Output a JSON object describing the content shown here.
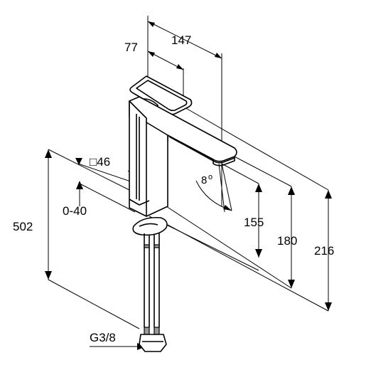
{
  "dimensions": {
    "width_147": "147",
    "handle_77": "77",
    "square_46": "□46",
    "range_0_40": "0-40",
    "height_502": "502",
    "height_155": "155",
    "height_180": "180",
    "height_216": "216",
    "thread": "G3/8",
    "angle_8": "8",
    "degree": "o"
  },
  "colors": {
    "line": "#000000",
    "shade": "#9a9a9a",
    "background": "#ffffff"
  }
}
